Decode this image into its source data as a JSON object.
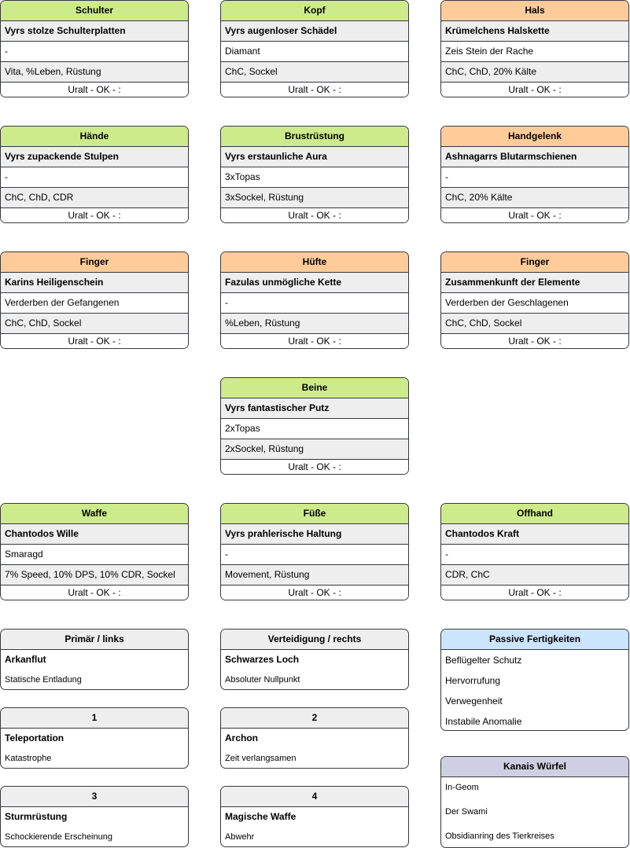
{
  "items": [
    {
      "slot": "Schulter",
      "name": "Vyrs stolze Schulterplatten",
      "gem": "-",
      "stats": "Vita, %Leben, Rüstung",
      "status": "Uralt  -  OK  -  :",
      "color": "#cdeb8b"
    },
    {
      "slot": "Kopf",
      "name": "Vyrs augenloser Schädel",
      "gem": "Diamant",
      "stats": "ChC, Sockel",
      "status": "Uralt  -  OK  -  :",
      "color": "#cdeb8b"
    },
    {
      "slot": "Hals",
      "name": "Krümelchens Halskette",
      "gem": "Zeis Stein der Rache",
      "stats": "ChC, ChD, 20% Kälte",
      "status": "Uralt  -  OK  -  :",
      "color": "#ffcc99"
    },
    {
      "slot": "Hände",
      "name": "Vyrs zupackende Stulpen",
      "gem": "-",
      "stats": "ChC, ChD, CDR",
      "status": "Uralt  -  OK  -  :",
      "color": "#cdeb8b"
    },
    {
      "slot": "Brustrüstung",
      "name": "Vyrs erstaunliche Aura",
      "gem": "3xTopas",
      "stats": "3xSockel, Rüstung",
      "status": "Uralt  -  OK  -  :",
      "color": "#cdeb8b"
    },
    {
      "slot": "Handgelenk",
      "name": "Ashnagarrs Blutarmschienen",
      "gem": "-",
      "stats": "ChC, 20% Kälte",
      "status": "Uralt  -  OK  -  :",
      "color": "#ffcc99"
    },
    {
      "slot": "Finger",
      "name": "Karins Heiligenschein",
      "gem": "Verderben der Gefangenen",
      "stats": "ChC, ChD, Sockel",
      "status": "Uralt  -  OK  -  :",
      "color": "#ffcc99"
    },
    {
      "slot": "Hüfte",
      "name": "Fazulas unmögliche Kette",
      "gem": "-",
      "stats": "%Leben, Rüstung",
      "status": "Uralt  -  OK  -  :",
      "color": "#ffcc99"
    },
    {
      "slot": "Finger",
      "name": "Zusammenkunft der Elemente",
      "gem": "Verderben der Geschlagenen",
      "stats": "ChC, ChD, Sockel",
      "status": "Uralt  -  OK  -  :",
      "color": "#ffcc99"
    },
    {
      "slot": "Beine",
      "name": "Vyrs fantastischer Putz",
      "gem": "2xTopas",
      "stats": "2xSockel, Rüstung",
      "status": "Uralt  -  OK  -  :",
      "color": "#cdeb8b"
    },
    {
      "slot": "Waffe",
      "name": "Chantodos Wille",
      "gem": "Smaragd",
      "stats": "7% Speed, 10% DPS, 10% CDR, Sockel",
      "status": "Uralt  -  OK  -  :",
      "color": "#cdeb8b"
    },
    {
      "slot": "Füße",
      "name": "Vyrs prahlerische Haltung",
      "gem": "-",
      "stats": "Movement, Rüstung",
      "status": "Uralt  -  OK  -  :",
      "color": "#cdeb8b"
    },
    {
      "slot": "Offhand",
      "name": "Chantodos Kraft",
      "gem": "-",
      "stats": "CDR, ChC",
      "status": "Uralt  -  OK  -  :",
      "color": "#cdeb8b"
    }
  ],
  "skills": [
    {
      "header": "Primär / links",
      "skill": "Arkanflut",
      "rune": "Statische Entladung"
    },
    {
      "header": "Verteidigung / rechts",
      "skill": "Schwarzes Loch",
      "rune": "Absoluter Nullpunkt"
    },
    {
      "header": "1",
      "skill": "Teleportation",
      "rune": "Katastrophe"
    },
    {
      "header": "2",
      "skill": "Archon",
      "rune": "Zeit verlangsamen"
    },
    {
      "header": "3",
      "skill": "Sturmrüstung",
      "rune": "Schockierende Erscheinung"
    },
    {
      "header": "4",
      "skill": "Magische Waffe",
      "rune": "Abwehr"
    }
  ],
  "passives": {
    "title": "Passive Fertigkeiten",
    "color": "#cce5ff",
    "list": [
      "Beflügelter Schutz",
      "Hervorrufung",
      "Verwegenheit",
      "Instabile Anomalie"
    ]
  },
  "cube": {
    "title": "Kanais Würfel",
    "color": "#d0cee2",
    "list": [
      "In-Geom",
      "Der Swami",
      "Obsidianring des Tierkreises"
    ]
  }
}
